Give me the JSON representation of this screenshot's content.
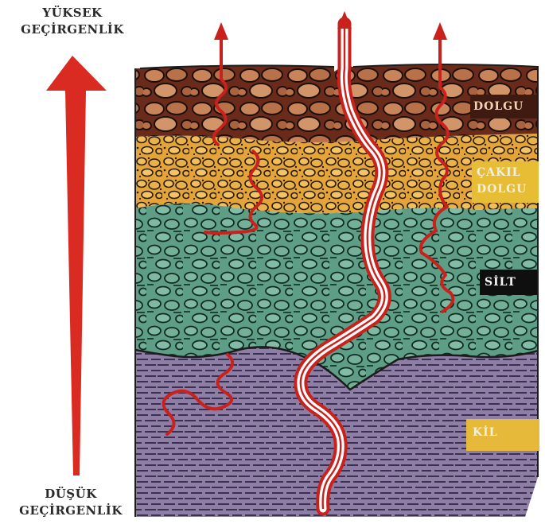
{
  "axis": {
    "top_line1": "YÜKSEK",
    "top_line2": "GEÇİRGENLİK",
    "bottom_line1": "DÜŞÜK",
    "bottom_line2": "GEÇİRGENLİK"
  },
  "layers": [
    {
      "id": "dolgu",
      "label_lines": [
        "DOLGU"
      ],
      "color": "#6b2b1a",
      "pattern": "cobbles"
    },
    {
      "id": "cakil",
      "label_lines": [
        "ÇAKIL",
        "DOLGU"
      ],
      "color": "#e3a53a",
      "pattern": "gravel"
    },
    {
      "id": "silt",
      "label_lines": [
        "SİLT"
      ],
      "color": "#5f9e86",
      "pattern": "silt"
    },
    {
      "id": "kil",
      "label_lines": [
        "KİL"
      ],
      "color": "#8e7ea6",
      "pattern": "dashes"
    }
  ],
  "colors": {
    "arrow": "#d92b21",
    "flow": "#c9221c",
    "crack_fill": "#ffffff",
    "outline": "#1c1c1c"
  }
}
